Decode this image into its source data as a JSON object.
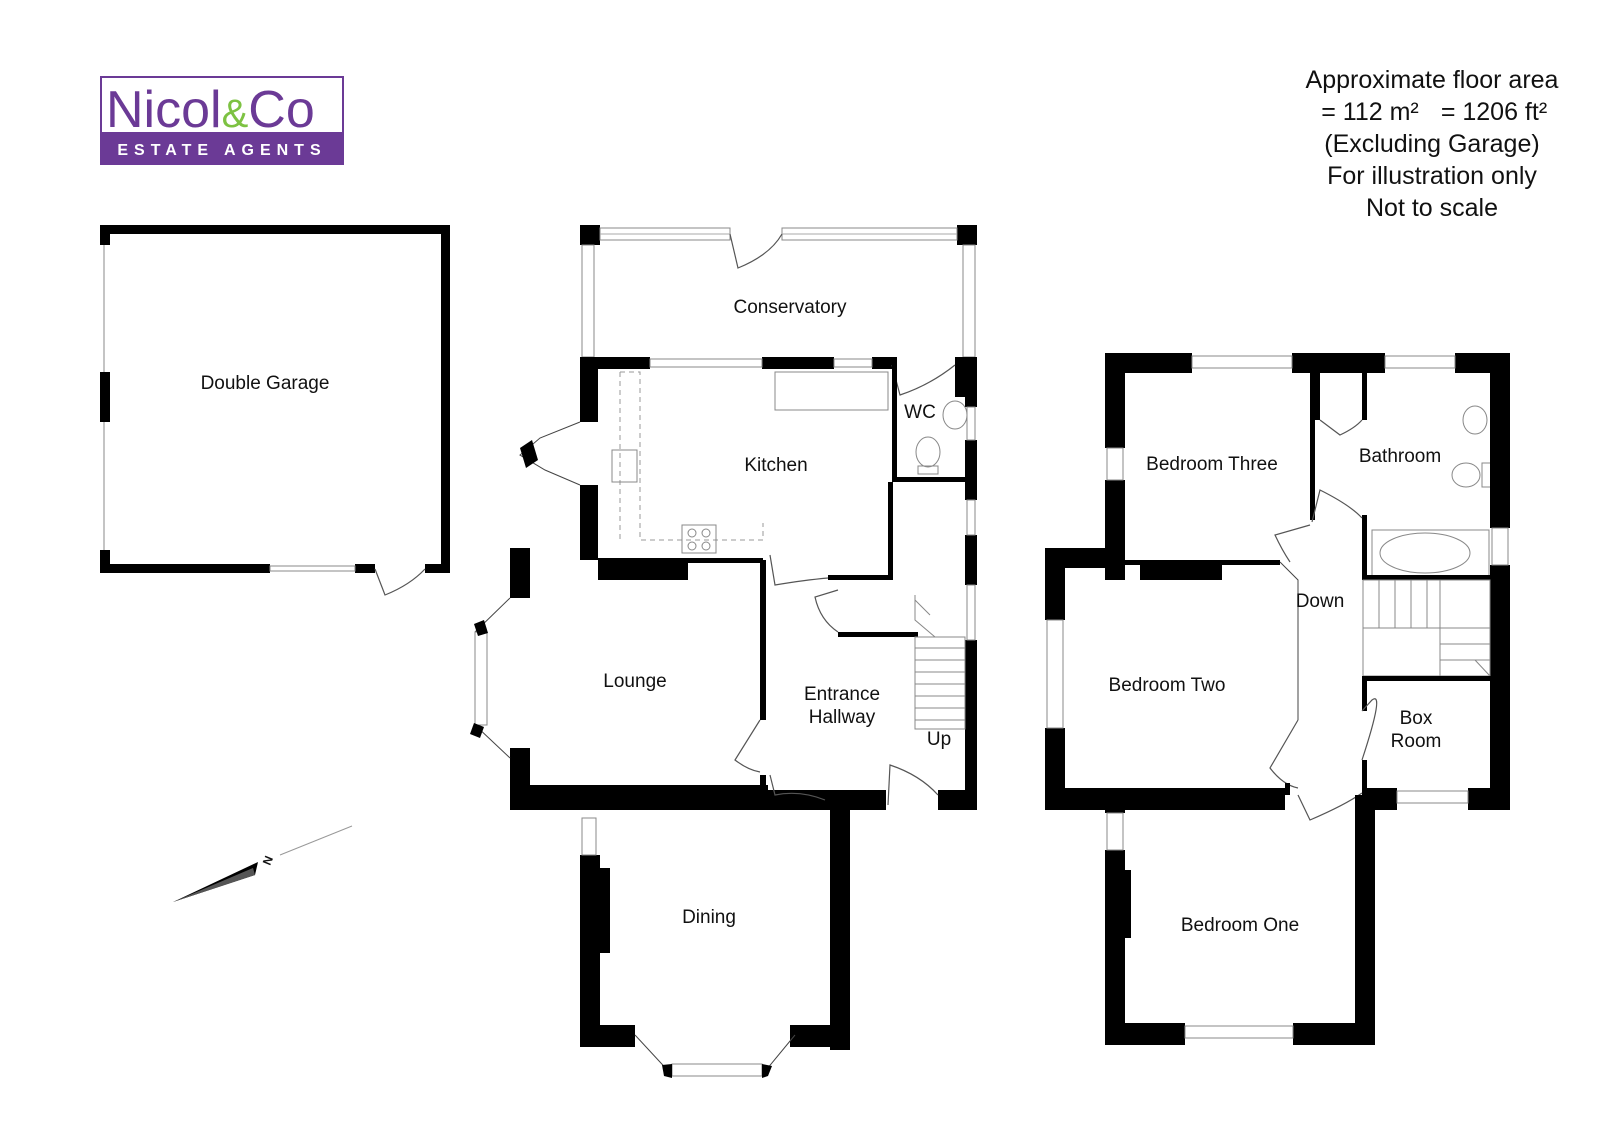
{
  "brand": {
    "name": "Nicol&Co",
    "name_main": "Nicol",
    "name_amp": "&",
    "name_co": "Co",
    "tagline": "ESTATE AGENTS",
    "colors": {
      "purple": "#6b3a96",
      "green": "#7dc242",
      "white": "#ffffff"
    }
  },
  "area_note": {
    "line1": "Approximate floor area",
    "line2_m": "= 112 m²",
    "line2_ft": "= 1206 ft²",
    "line3": "(Excluding Garage)",
    "line4": "For illustration only",
    "line5": "Not to scale"
  },
  "compass": {
    "label": "N",
    "icon": "north-arrow-icon"
  },
  "rooms": {
    "garage": "Double Garage",
    "conservatory": "Conservatory",
    "kitchen": "Kitchen",
    "wc": "WC",
    "lounge": "Lounge",
    "hall_line1": "Entrance",
    "hall_line2": "Hallway",
    "up": "Up",
    "dining": "Dining",
    "bed_three": "Bedroom Three",
    "bathroom": "Bathroom",
    "down": "Down",
    "bed_two": "Bedroom Two",
    "box_line1": "Box",
    "box_line2": "Room",
    "bed_one": "Bedroom One"
  }
}
